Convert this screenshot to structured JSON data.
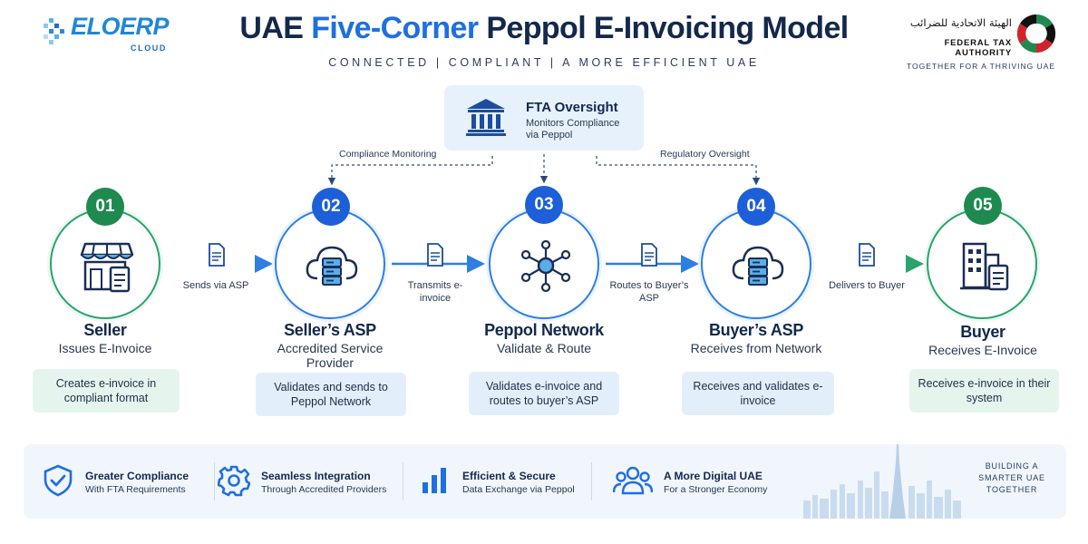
{
  "header": {
    "logo_word": "ELOERP",
    "logo_sub": "CLOUD",
    "title_part1": "UAE",
    "title_accent": "Five-Corner",
    "title_part2": "Peppol E-Invoicing Model",
    "subtitle": "CONNECTED  |  COMPLIANT  |  A MORE EFFICIENT UAE",
    "fta_arabic": "الهيئة الاتحادية للضرائب",
    "fta_english": "FEDERAL TAX AUTHORITY",
    "fta_tagline": "TOGETHER FOR A THRIVING UAE"
  },
  "oversight": {
    "title": "FTA Oversight",
    "description": "Monitors Compliance via Peppol",
    "left_label": "Compliance Monitoring",
    "right_label": "Regulatory Oversight"
  },
  "steps": [
    {
      "number": "01",
      "name": "Seller",
      "subtitle": "Issues E-Invoice",
      "box": "Creates e-invoice in compliant format",
      "color": "green",
      "icon": "storefront-icon"
    },
    {
      "number": "02",
      "name": "Seller’s ASP",
      "subtitle": "Accredited Service Provider",
      "box": "Validates and sends to Peppol Network",
      "color": "blue",
      "icon": "cloud-server-icon"
    },
    {
      "number": "03",
      "name": "Peppol Network",
      "subtitle": "Validate & Route",
      "box": "Validates e-invoice and routes to buyer’s ASP",
      "color": "blue",
      "icon": "network-hub-icon"
    },
    {
      "number": "04",
      "name": "Buyer’s ASP",
      "subtitle": "Receives from Network",
      "box": "Receives and validates e-invoice",
      "color": "blue",
      "icon": "cloud-server-icon"
    },
    {
      "number": "05",
      "name": "Buyer",
      "subtitle": "Receives E-Invoice",
      "box": "Receives e-invoice in their system",
      "color": "green",
      "icon": "office-building-icon"
    }
  ],
  "connectors": [
    {
      "label": "Sends via ASP"
    },
    {
      "label": "Transmits e-invoice"
    },
    {
      "label": "Routes to Buyer’s ASP"
    },
    {
      "label": "Delivers to Buyer"
    }
  ],
  "benefits": [
    {
      "title": "Greater Compliance",
      "desc": "With FTA Requirements",
      "icon": "shield-check-icon"
    },
    {
      "title": "Seamless Integration",
      "desc": "Through Accredited Providers",
      "icon": "gear-icon"
    },
    {
      "title": "Efficient & Secure",
      "desc": "Data Exchange via Peppol",
      "icon": "bar-chart-icon"
    },
    {
      "title": "A More Digital UAE",
      "desc": "For a Stronger Economy",
      "icon": "people-icon"
    }
  ],
  "footer_tagline": "BUILDING A SMARTER UAE TOGETHER",
  "colors": {
    "navy": "#13284b",
    "blue": "#1e6fe0",
    "green": "#28a46c"
  }
}
